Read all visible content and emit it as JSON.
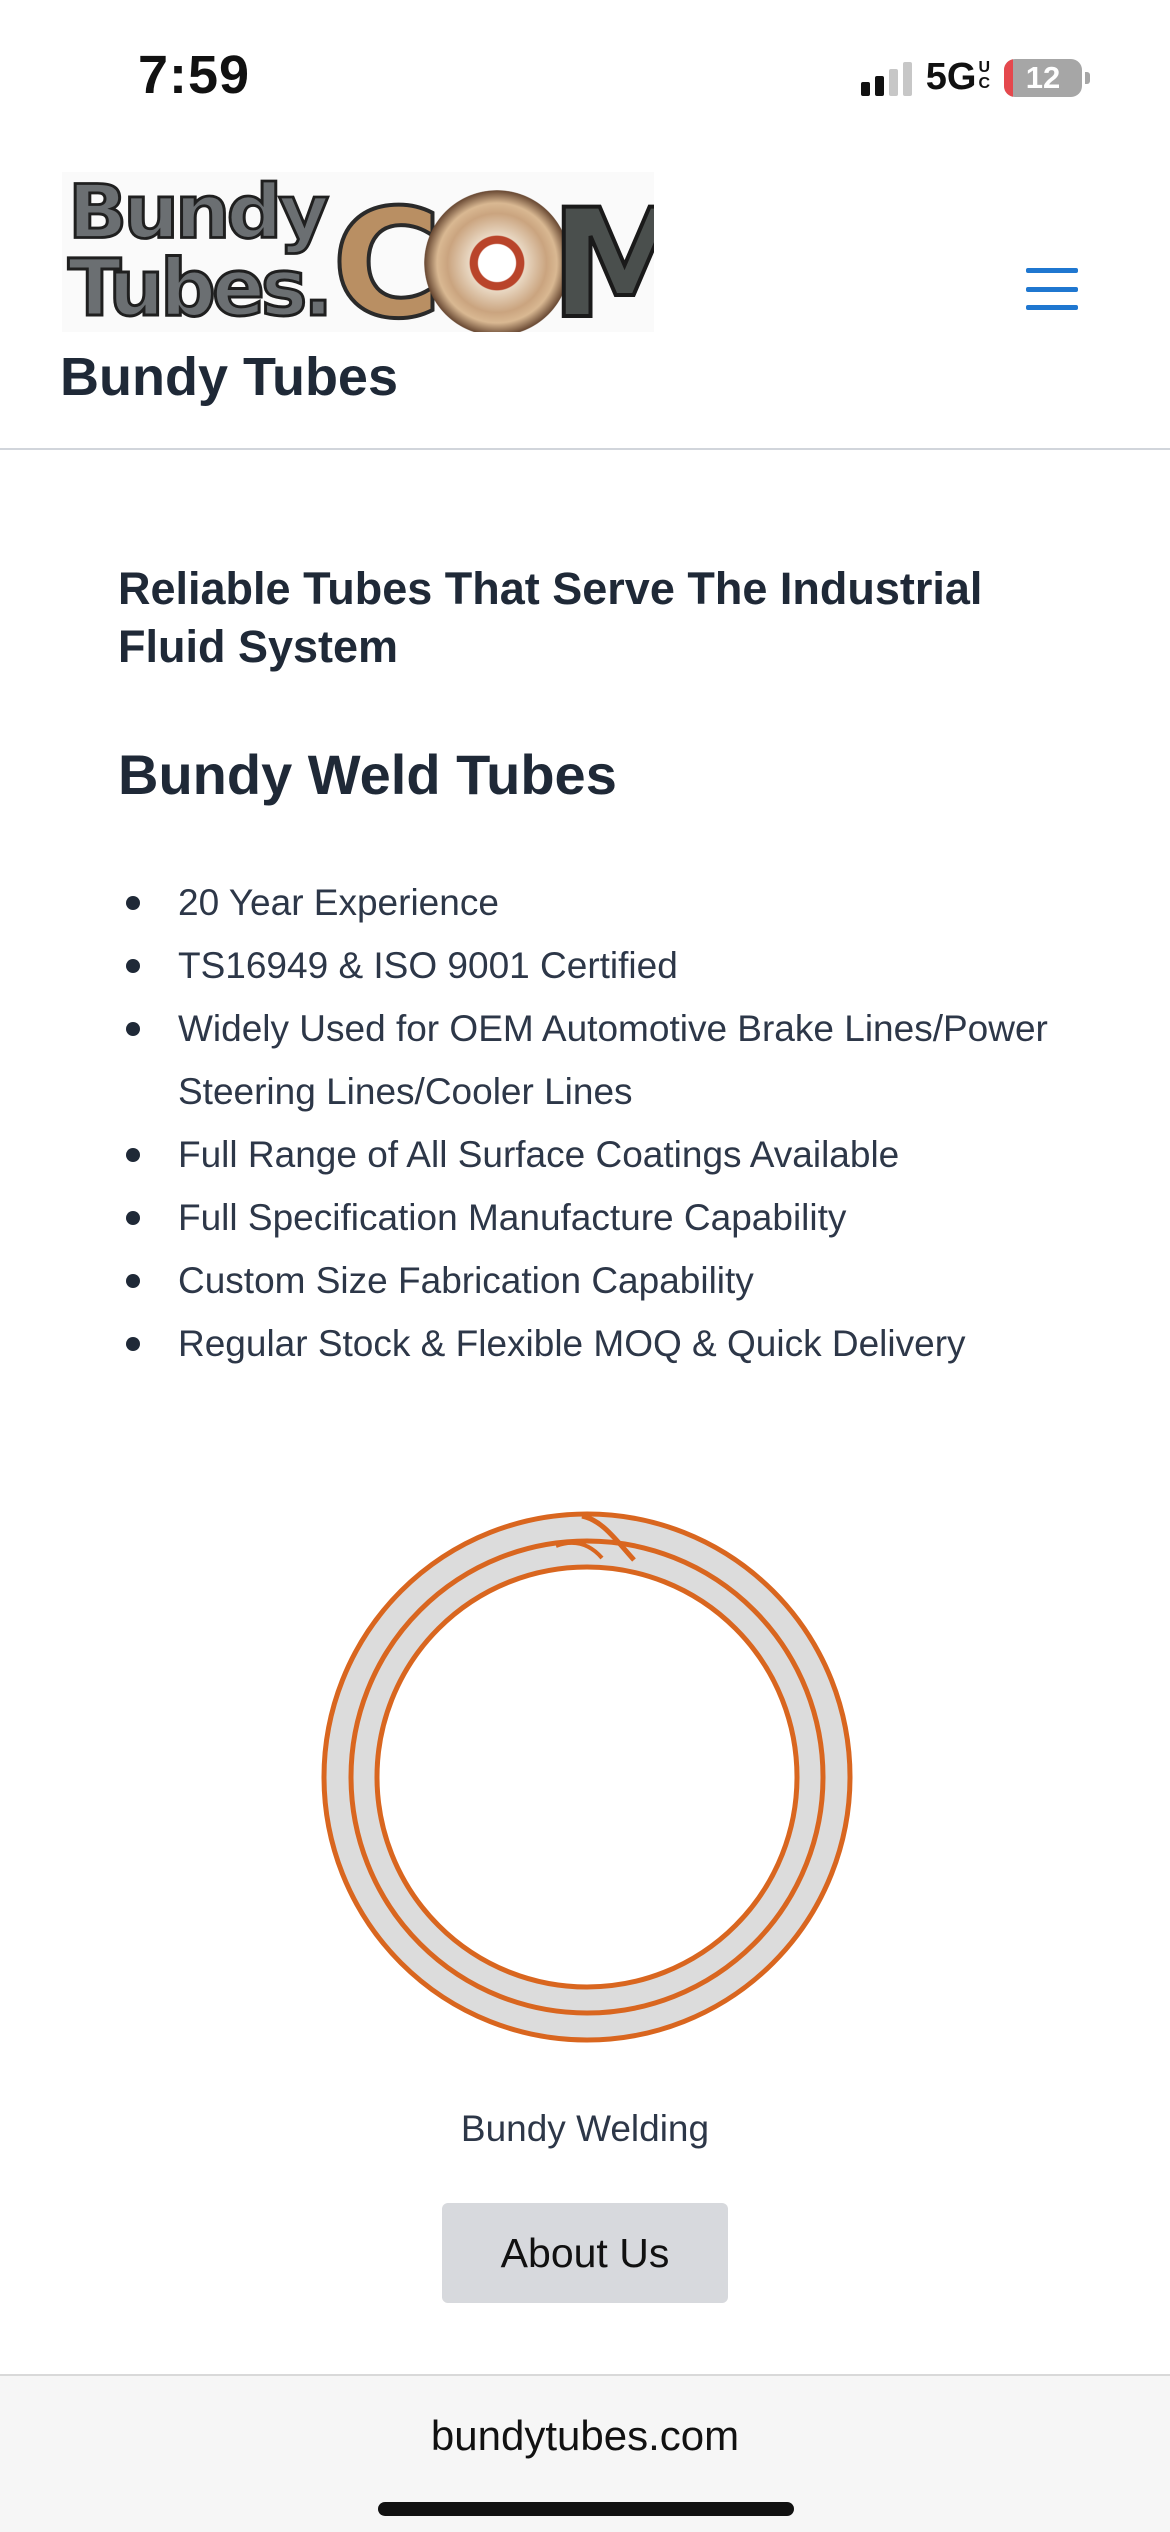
{
  "status_bar": {
    "time": "7:59",
    "network": "5G",
    "network_sub_top": "U",
    "network_sub_bottom": "C",
    "battery_level": "12",
    "battery_fraction": 0.12,
    "signal_bars_active": 2,
    "signal_bars_total": 4
  },
  "header": {
    "logo_line1": "Bundy",
    "logo_line2": "Tubes.",
    "logo_c": "C",
    "logo_m": "M",
    "site_title": "Bundy Tubes",
    "menu_icon": "hamburger-menu-icon",
    "accent_color": "#1f77d0"
  },
  "main": {
    "tagline": "Reliable Tubes That Serve The Industrial Fluid System",
    "section_title": "Bundy Weld Tubes",
    "features": [
      "20 Year Experience",
      "TS16949 & ISO 9001 Certified",
      "Widely Used for OEM Automotive Brake Lines/Power Steering Lines/Cooler Lines",
      "Full Range of All Surface Coatings Available",
      "Full Specification Manufacture Capability",
      "Custom Size Fabrication Capability",
      "Regular Stock & Flexible MOQ & Quick Delivery"
    ],
    "figure_caption": "Bundy Welding",
    "about_button": "About Us",
    "tube_color": "#d9661f"
  },
  "browser": {
    "url": "bundytubes.com"
  }
}
